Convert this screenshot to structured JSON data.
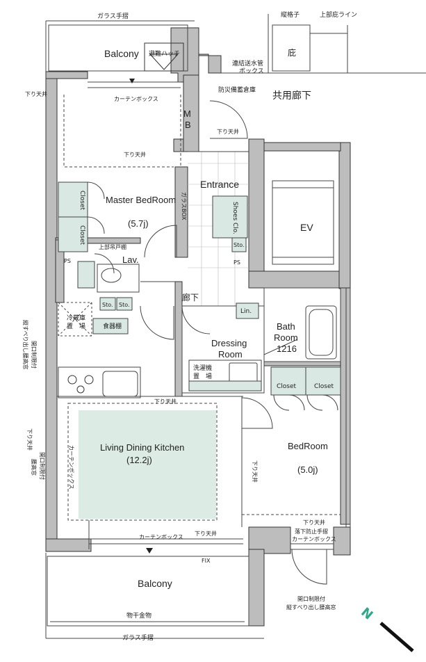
{
  "labels": {
    "glass_rail_top": "ガラス手摺",
    "lattice": "縦格子",
    "upper_eaves_line": "上部庇ライン",
    "eaves": "庇",
    "balcony_top": "Balcony",
    "escape_hatch": "避難ハッチ",
    "standpipe_box_1": "連結送水管",
    "standpipe_box_2": "ボックス",
    "disaster_storage": "防災備蓄倉庫",
    "mb": "MB",
    "curtain_box": "カーテンボックス",
    "lowered_ceiling": "下り天井",
    "common_corridor": "共用廊下",
    "entrance": "Entrance",
    "glass_box": "ガラスBOX",
    "master_bedroom": "Master BedRoom",
    "master_size": "(5.7j)",
    "closet": "Closet",
    "shoes_closet": "Shoes Clo.",
    "ev": "EV",
    "sto": "Sto.",
    "ps": "PS",
    "upper_cabinet": "上部吊戸棚",
    "lav": "Lav.",
    "hallway": "廊下",
    "lin": "Lin.",
    "bath_1": "Bath",
    "bath_2": "Room",
    "bath_3": "1216",
    "fridge_1": "冷蔵庫",
    "fridge_2": "置　場",
    "dish_cabinet": "食器棚",
    "dressing_1": "Dressing",
    "dressing_2": "Room",
    "washer_1": "洗濯機",
    "washer_2": "置　場",
    "side_window_1": "縦すべり出し腰高窓",
    "side_window_2": "開口制限付",
    "side_window_3": "腰高窓",
    "ldk": "Living Dining Kitchen",
    "ldk_size": "(12.2j)",
    "bedroom": "BedRoom",
    "bedroom_size": "(5.0j)",
    "fall_rail": "落下防止手摺",
    "fix": "FIX",
    "balcony_bottom": "Balcony",
    "drying_hardware": "物干金物",
    "glass_rail_bottom": "ガラス手摺",
    "bottom_window_1": "開口制限付",
    "bottom_window_2": "縦すべり出し腰高窓"
  },
  "colors": {
    "wall": "#bdbdbd",
    "wall_edge": "#333333",
    "storage_fill": "#d9e8e2",
    "ldk_fill": "#dcebe3",
    "line": "#444444",
    "north_arrow": "#111111",
    "north_letter": "#2fa889"
  },
  "icons": {
    "north": "north-arrow-icon"
  }
}
